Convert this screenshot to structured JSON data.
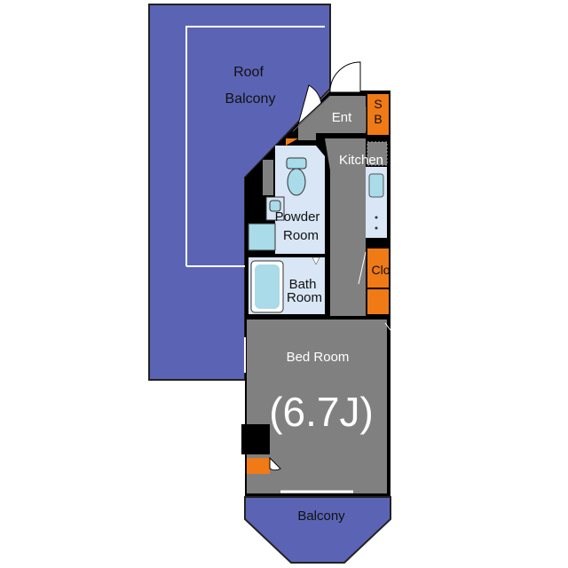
{
  "rooms": {
    "roof_balcony": {
      "line1": "Roof",
      "line2": "Balcony"
    },
    "entrance": "Ent",
    "shoe_box": {
      "line1": "S",
      "line2": "B"
    },
    "kitchen": "Kitchen",
    "powder_room": {
      "line1": "Powder",
      "line2": "Room"
    },
    "bath_room": {
      "line1": "Bath",
      "line2": "Room"
    },
    "closet": "Clo",
    "bed_room": {
      "name": "Bed Room",
      "size": "(6.7J)"
    },
    "balcony": "Balcony"
  },
  "colors": {
    "balcony": "#5b64b4",
    "floor": "#808080",
    "wet_room": "#d9e6f5",
    "fixture": "#a9dbe9",
    "storage": "#f07a16",
    "wall": "#000000"
  }
}
